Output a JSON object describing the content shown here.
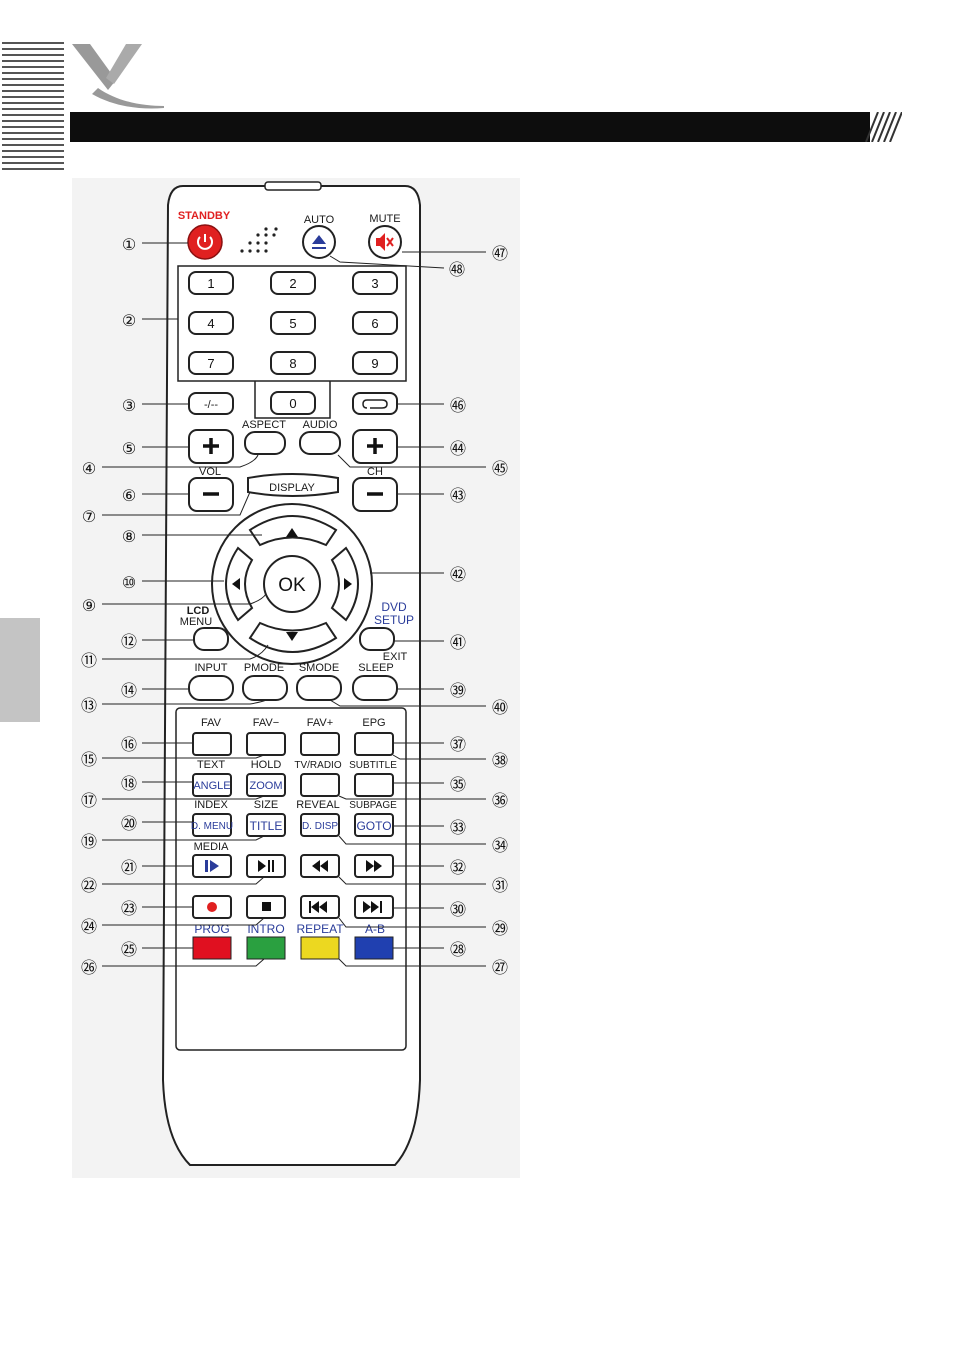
{
  "remote": {
    "top": {
      "standby": "STANDBY",
      "auto": "AUTO",
      "mute": "MUTE"
    },
    "digits": [
      "1",
      "2",
      "3",
      "4",
      "5",
      "6",
      "7",
      "8",
      "9",
      "0"
    ],
    "dash": "-/--",
    "aspect": "ASPECT",
    "audio": "AUDIO",
    "vol": "VOL",
    "ch": "CH",
    "display": "DISPLAY",
    "ok": "OK",
    "lcd_menu": [
      "LCD",
      "MENU"
    ],
    "dvd_setup": [
      "DVD",
      "SETUP"
    ],
    "exit": "EXIT",
    "row_input": [
      "INPUT",
      "PMODE",
      "SMODE",
      "SLEEP"
    ],
    "row_fav": [
      "FAV",
      "FAV−",
      "FAV+",
      "EPG"
    ],
    "row_text": [
      "TEXT",
      "HOLD",
      "TV/RADIO",
      "SUBTITLE"
    ],
    "row_text_btn": [
      "ANGLE",
      "ZOOM"
    ],
    "row_index": [
      "INDEX",
      "SIZE",
      "REVEAL",
      "SUBPAGE"
    ],
    "row_index_btn": [
      "D. MENU",
      "TITLE",
      "D. DISP",
      "GOTO"
    ],
    "media": "MEDIA",
    "row_color": [
      "PROG",
      "INTRO",
      "REPEAT",
      "A-B"
    ]
  },
  "callouts": [
    "①",
    "②",
    "③",
    "④",
    "⑤",
    "⑥",
    "⑦",
    "⑧",
    "⑨",
    "⑩",
    "⑪",
    "⑫",
    "⑬",
    "⑭",
    "⑮",
    "⑯",
    "⑰",
    "⑱",
    "⑲",
    "⑳",
    "㉑",
    "㉒",
    "㉓",
    "㉔",
    "㉕",
    "㉖",
    "㉗",
    "㉘",
    "㉙",
    "㉚",
    "㉛",
    "㉜",
    "㉝",
    "㉞",
    "㉟",
    "㊱",
    "㊲",
    "㊳",
    "㊴",
    "㊵",
    "㊶",
    "㊷",
    "㊸",
    "㊹",
    "㊺",
    "㊻",
    "㊼",
    "㊽"
  ],
  "colors": {
    "standby": "#e02020",
    "prog": "#e01020",
    "intro": "#2aa040",
    "repeat": "#ecd820",
    "ab": "#2040b0",
    "blue_text": "#2a3c9a"
  }
}
